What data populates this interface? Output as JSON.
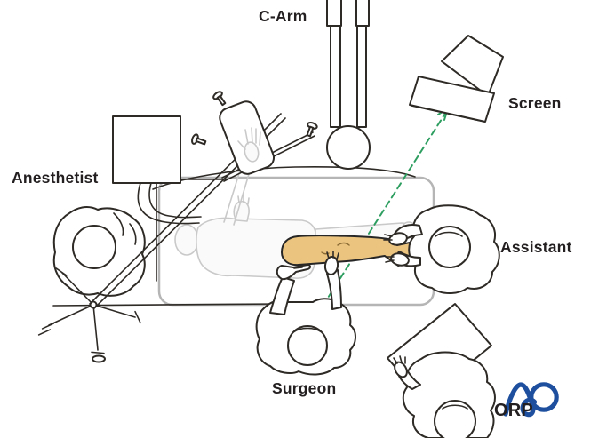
{
  "labels": {
    "c_arm": "C-Arm",
    "screen": "Screen",
    "anesthetist": "Anesthetist",
    "assistant": "Assistant",
    "surgeon": "Surgeon",
    "orp": "ORP"
  },
  "logo": {
    "name": "ao-logo"
  },
  "colors": {
    "line": "#2e2a26",
    "patient": "#c9c9c9",
    "table": "#b5b5b5",
    "limb": "#ebc480",
    "green": "#2e9e60",
    "blue": "#1d4f9e",
    "text": "#231f20",
    "background": "#ffffff"
  }
}
